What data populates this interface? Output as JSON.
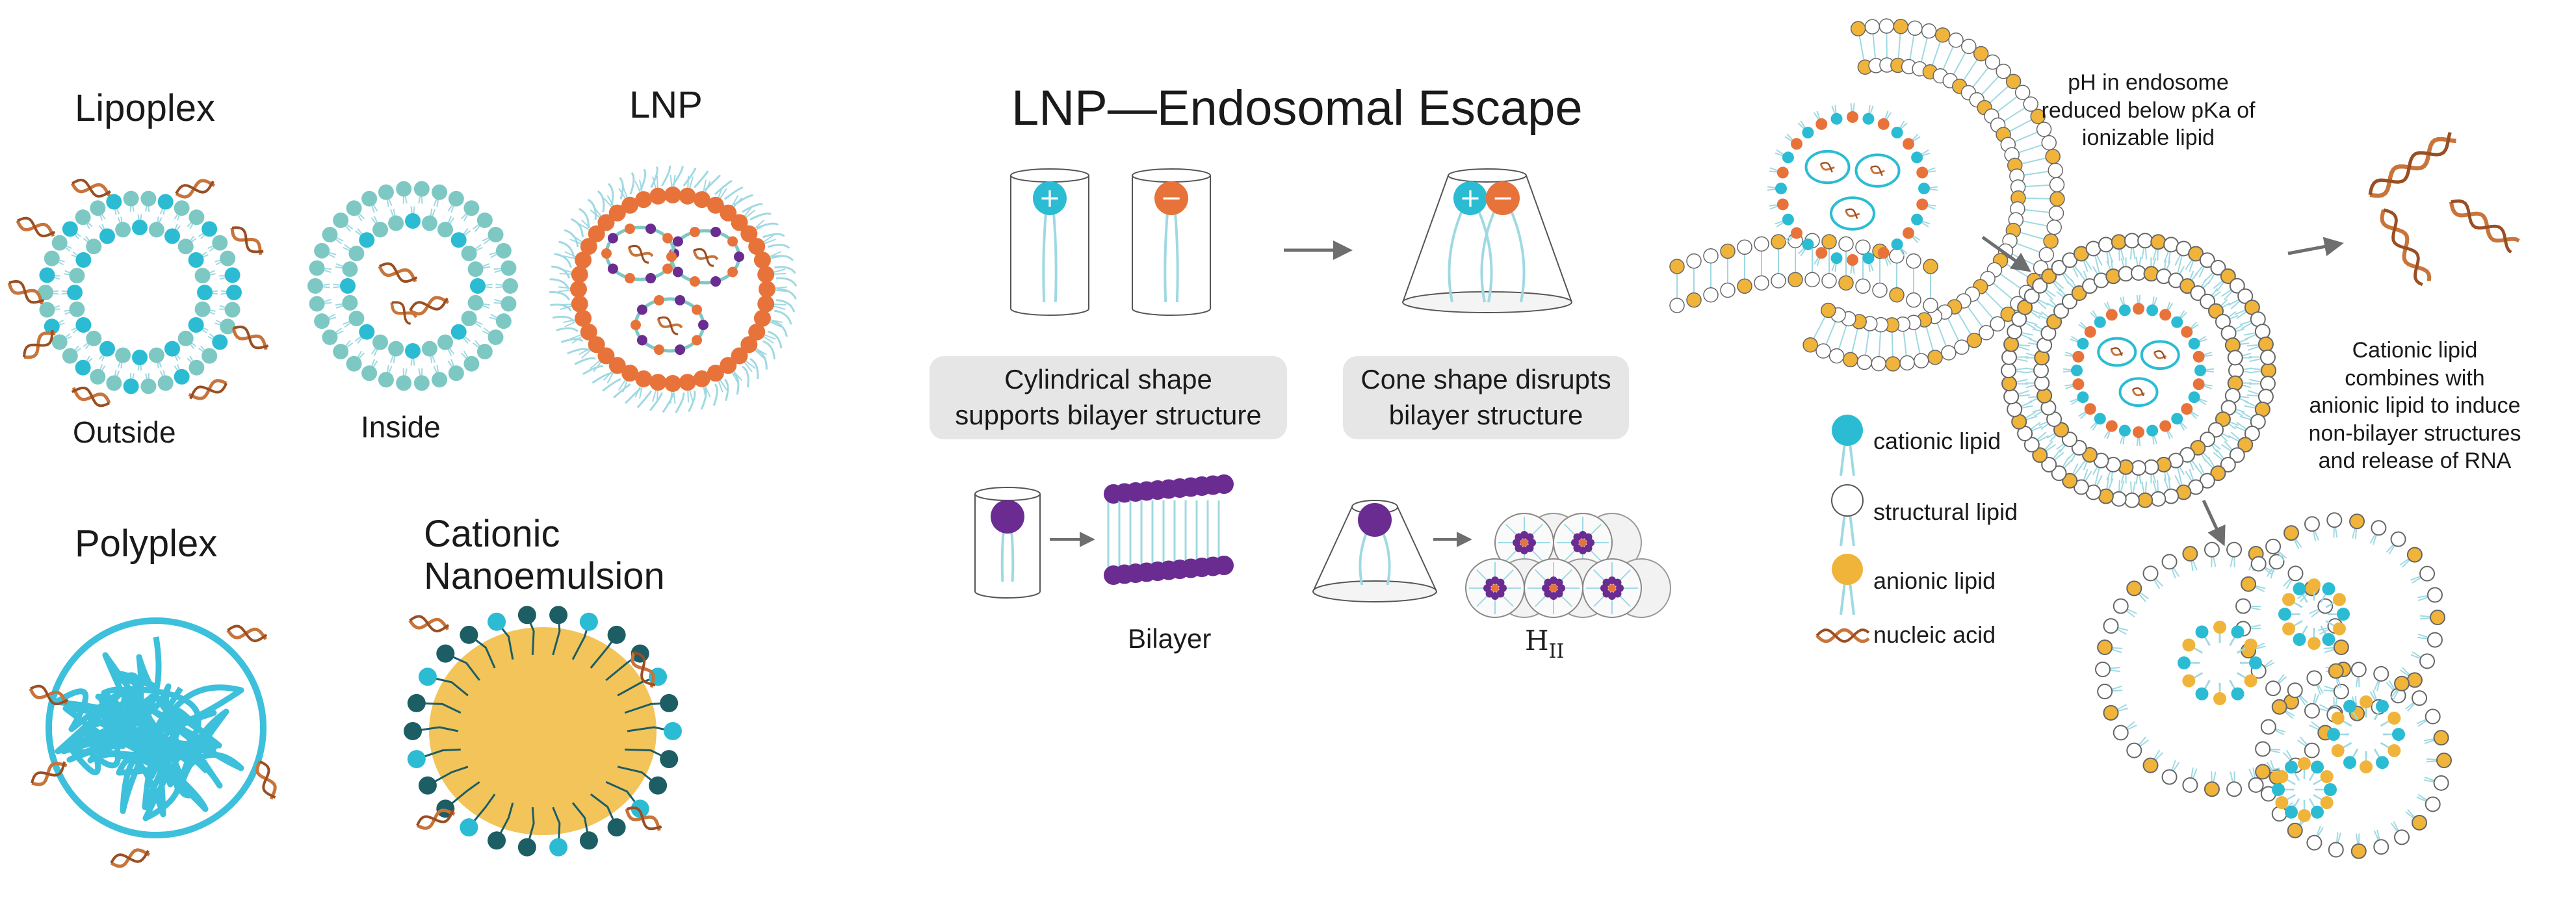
{
  "panel_left": {
    "lipoplex": "Lipoplex",
    "lnp": "LNP",
    "outside": "Outside",
    "inside": "Inside",
    "polyplex": "Polyplex",
    "cationic_nanoemulsion_line1": "Cationic",
    "cationic_nanoemulsion_line2": "Nanoemulsion"
  },
  "panel_middle": {
    "title": "LNP—Endosomal Escape",
    "positive_sign": "+",
    "negative_sign": "−",
    "cylindrical_caption": "Cylindrical shape\nsupports bilayer structure",
    "cone_caption": "Cone shape disrupts\nbilayer structure",
    "bilayer": "Bilayer",
    "hexagonal_main": "H",
    "hexagonal_sub": "II"
  },
  "panel_right": {
    "ph_note": "pH in endosome\nreduced below pKa of\nionizable lipid",
    "release_note": "Cationic lipid\ncombines with\nanionic lipid to induce\nnon-bilayer structures\nand release of RNA"
  },
  "legend": {
    "cationic": "cationic lipid",
    "structural": "structural lipid",
    "anionic": "anionic lipid",
    "nucleic": "nucleic acid"
  },
  "colors": {
    "cationic": "#2bbcd4",
    "teal_structural": "#7ec8c4",
    "ionizable": "#e8733a",
    "anionic": "#f0b43a",
    "purple": "#6a2c91",
    "nucleic": "#c8743a",
    "polymer": "#3cc0dc",
    "emulsion_core": "#f2c45a",
    "surfactant": "#1d5d64",
    "tail": "#9fd9e2",
    "arrow": "#6e6e6e",
    "caption_bg": "#e6e6e6"
  }
}
